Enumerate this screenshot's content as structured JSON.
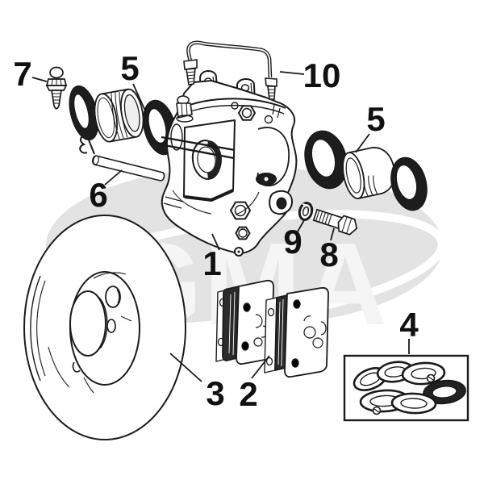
{
  "watermark": {
    "text": "GMA",
    "ellipse_fill": "#e3e3e3",
    "text_fill": "#f5f5f5",
    "swoosh_color": "#ffffff"
  },
  "colors": {
    "ink": "#1a1a1a",
    "background": "#ffffff",
    "dark_fill": "#1d1d1d"
  },
  "labels": {
    "l1": "1",
    "l2": "2",
    "l3": "3",
    "l4": "4",
    "l5a": "5",
    "l5b": "5",
    "l6": "6",
    "l7": "7",
    "l8": "8",
    "l9": "9",
    "l10": "10"
  }
}
